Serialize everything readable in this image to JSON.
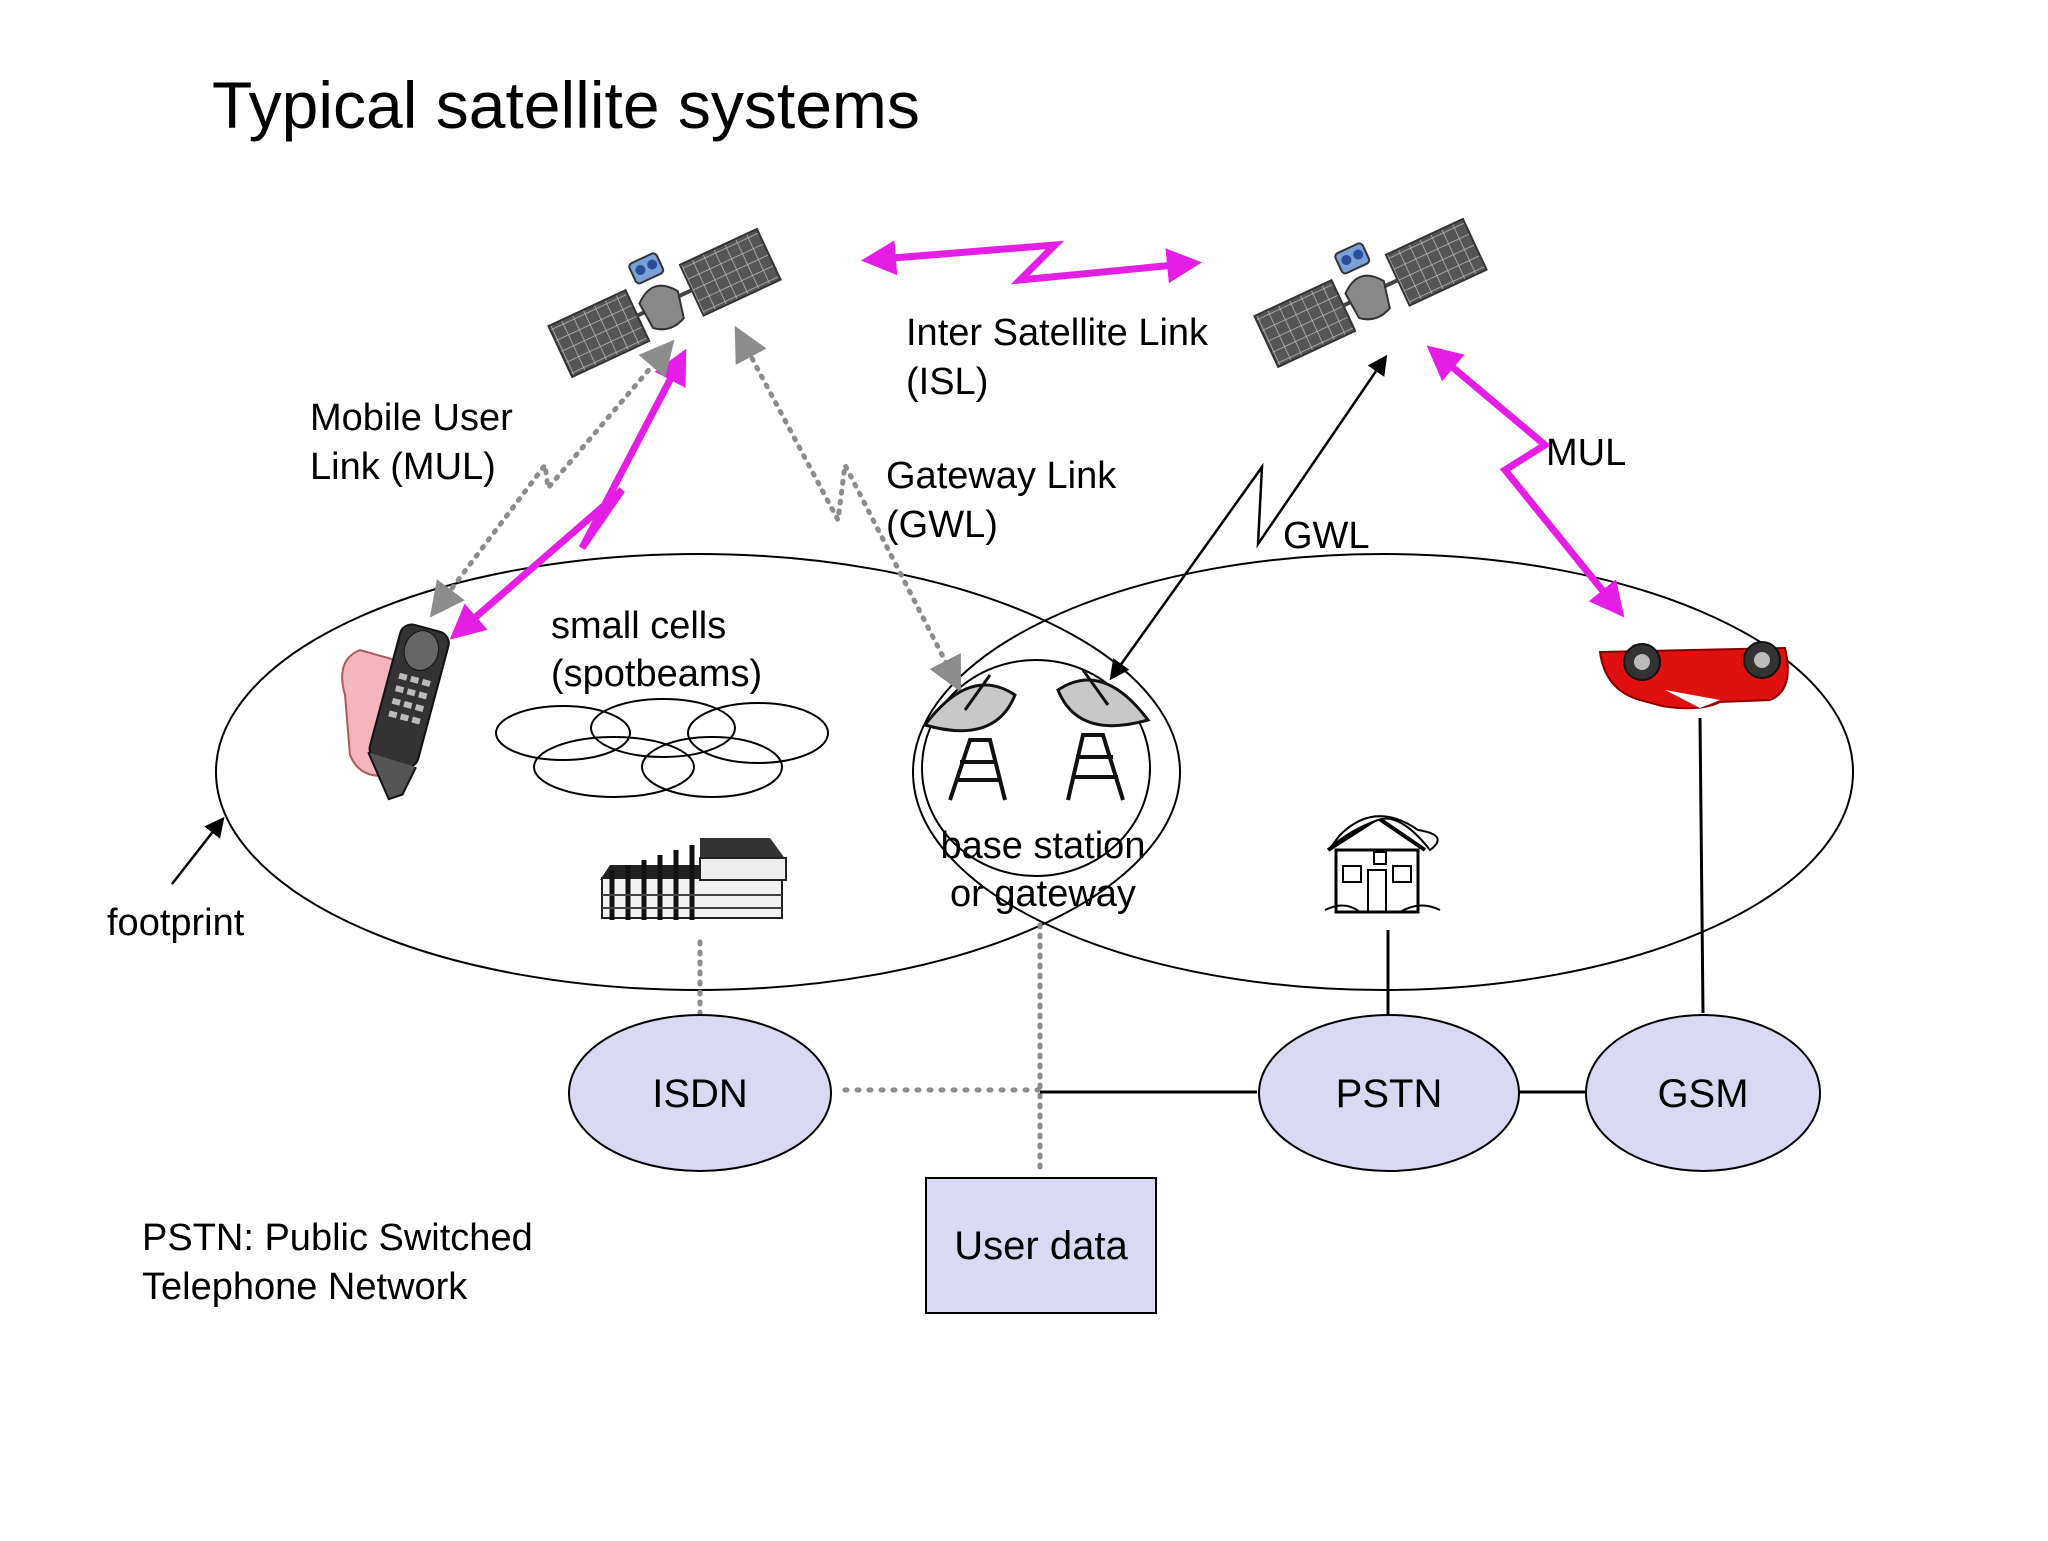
{
  "title": "Typical satellite systems",
  "links": {
    "isl_line1": "Inter Satellite Link",
    "isl_line2": "(ISL)",
    "mul_left_line1": "Mobile User",
    "mul_left_line2": "Link (MUL)",
    "gwl_left_line1": "Gateway Link",
    "gwl_left_line2": "(GWL)",
    "gwl_right": "GWL",
    "mul_right": "MUL"
  },
  "cells": {
    "line1": "small cells",
    "line2": "(spotbeams)"
  },
  "base_station": {
    "line1": "base station",
    "line2": "or gateway"
  },
  "footprint_label": "footprint",
  "networks": {
    "isdn": "ISDN",
    "pstn": "PSTN",
    "gsm": "GSM",
    "user_data": "User data"
  },
  "legend": {
    "line1": "PSTN: Public Switched",
    "line2": "Telephone Network"
  },
  "colors": {
    "link_magenta": "#e51ee5",
    "node_fill": "#d9d9f3",
    "car_red": "#e01010",
    "dotted_gray": "#8c8c8c"
  },
  "icons": [
    "satellite-icon",
    "mobile-phone-icon",
    "dish-antenna-icon",
    "building-icon",
    "house-icon",
    "car-icon"
  ]
}
